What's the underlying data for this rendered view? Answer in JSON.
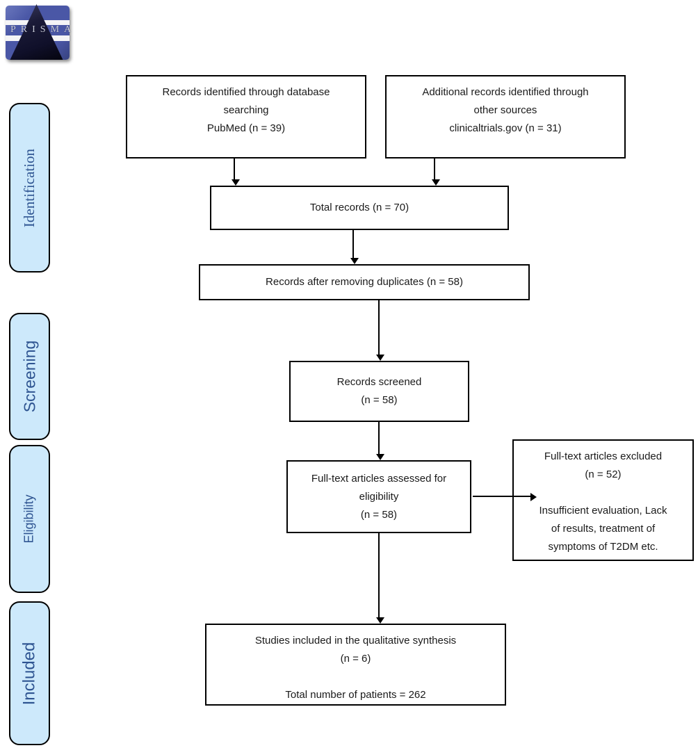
{
  "logo": {
    "text": "PRISMA"
  },
  "sidebar": {
    "phases": [
      {
        "id": "identification",
        "label": "Identification"
      },
      {
        "id": "screening",
        "label": "Screening"
      },
      {
        "id": "eligibility",
        "label": "Eligibility"
      },
      {
        "id": "included",
        "label": "Included"
      }
    ]
  },
  "boxes": {
    "database_records": "Records identified through database\nsearching\nPubMed (n = 39)",
    "other_records": "Additional records identified through\nother sources\nclinicaltrials.gov (n = 31)",
    "total_records": "Total records (n = 70)",
    "deduplicated": "Records after removing duplicates (n = 58)",
    "screened": "Records screened\n(n = 58)",
    "fulltext_assessed": "Full-text articles assessed for\neligibility\n(n = 58)",
    "fulltext_excluded": "Full-text articles excluded\n(n = 52)\n\nInsufficient evaluation, Lack\nof results, treatment of\nsymptoms of T2DM etc.",
    "included_studies": "Studies included in the qualitative synthesis\n(n = 6)\n\nTotal number of patients = 262"
  },
  "colors": {
    "box_border": "#000000",
    "box_text": "#1a1a1a",
    "arrow": "#000000",
    "sidebar_fill": "#cde9fb",
    "sidebar_border": "#000000",
    "sidebar_text": "#2e5491",
    "logo_blue": "#4a57a6",
    "logo_pyramid": "#10102a",
    "logo_letters": "#c9ccda"
  }
}
